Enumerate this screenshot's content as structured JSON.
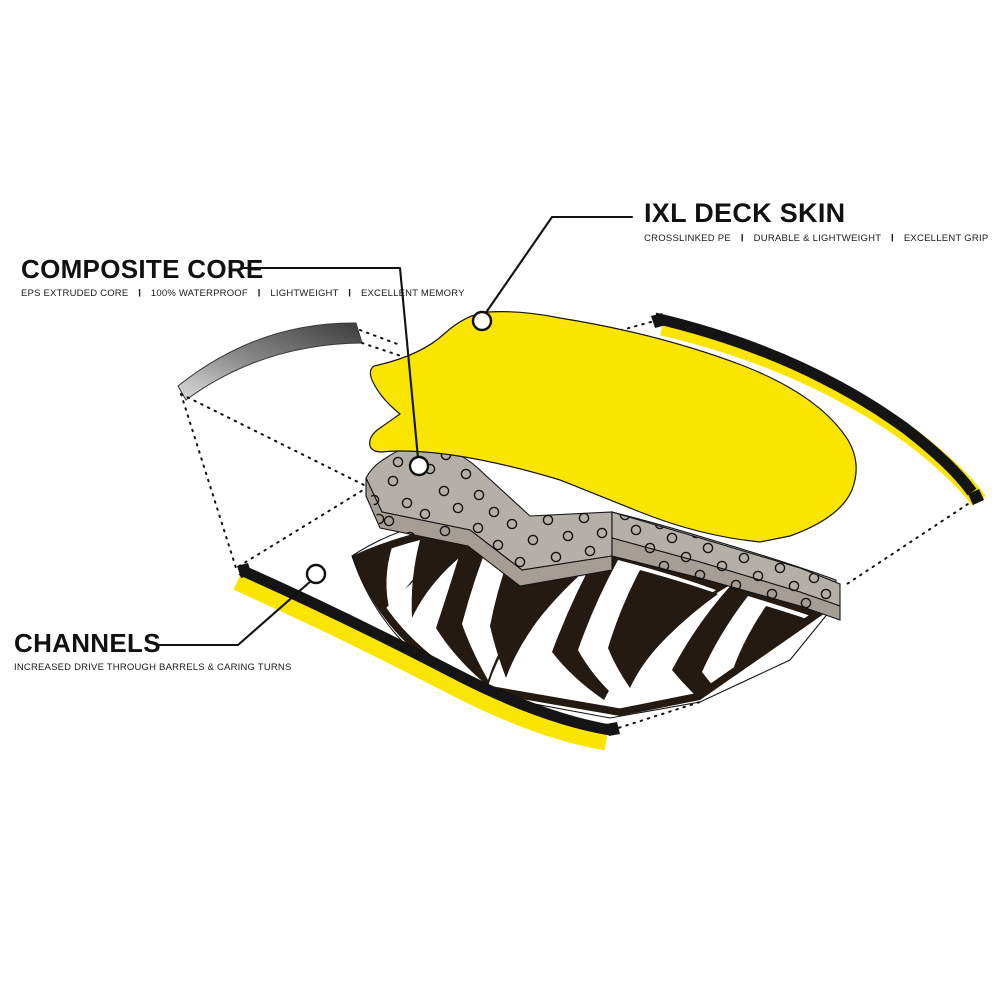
{
  "diagram": {
    "type": "exploded-view-product-diagram",
    "subject": "bodyboard construction layers",
    "background_color": "#ffffff",
    "palette": {
      "yellow": "#FAE500",
      "black": "#141414",
      "dark_brown": "#241A11",
      "core_gray": "#B4AFA7",
      "core_gray_edge": "#9E9890",
      "metal_light": "#E6E6E6",
      "metal_dark": "#4A4A4A",
      "line": "#111111",
      "text": "#111111"
    }
  },
  "callouts": [
    {
      "id": "deck-skin",
      "title": "IXL DECK SKIN",
      "features": [
        "CROSSLINKED PE",
        "DURABLE & LIGHTWEIGHT",
        "EXCELLENT GRIP"
      ],
      "separator": "I",
      "leader_target": "yellow-deck-skin-layer"
    },
    {
      "id": "composite-core",
      "title": "COMPOSITE CORE",
      "features": [
        "EPS EXTRUDED CORE",
        "100% WATERPROOF",
        "LIGHTWEIGHT",
        "EXCELLENT MEMORY"
      ],
      "separator": "I",
      "leader_target": "gray-core-layer"
    },
    {
      "id": "channels",
      "title": "CHANNELS",
      "features": [
        "INCREASED DRIVE THROUGH BARRELS & CARING TURNS"
      ],
      "separator": "",
      "leader_target": "left-rail-strip"
    }
  ],
  "layers": [
    {
      "id": "deck-skin",
      "name": "IXL Deck Skin",
      "color": "#FAE500",
      "position": "top"
    },
    {
      "id": "composite-core",
      "name": "Composite Core",
      "color": "#B4AFA7",
      "position": "middle"
    },
    {
      "id": "channel-base",
      "name": "Channel Bottom",
      "color": "#241A11",
      "position": "bottom"
    },
    {
      "id": "rail-right",
      "name": "Right Rail Strip",
      "color": "#FAE500",
      "position": "right"
    },
    {
      "id": "rail-left",
      "name": "Left Rail Strip",
      "color": "#FAE500",
      "position": "left"
    },
    {
      "id": "stringer",
      "name": "Metal Stringer",
      "color": "#8A8A8A",
      "position": "upper-left"
    }
  ]
}
